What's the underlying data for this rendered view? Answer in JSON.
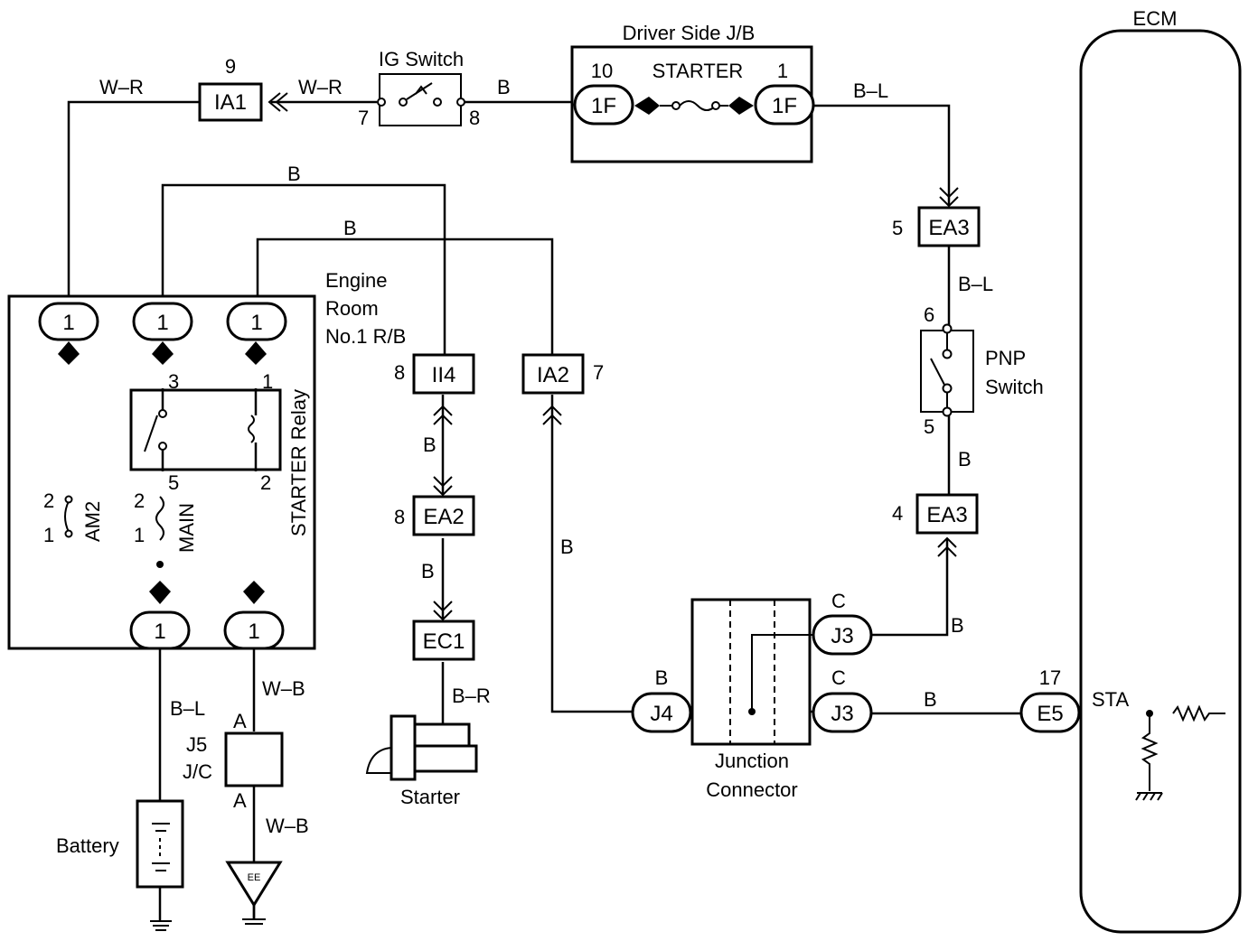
{
  "components": {
    "ig_switch": "IG Switch",
    "driver_jb": "Driver Side J/B",
    "starter_fuse": "STARTER",
    "ecm": "ECM",
    "engine_room_rb": [
      "Engine",
      "Room",
      "No.1 R/B"
    ],
    "starter_relay": "STARTER Relay",
    "am2_fuse": "AM2",
    "main_fuse": "MAIN",
    "pnp_switch": [
      "PNP",
      "Switch"
    ],
    "junction_connector": [
      "Junction",
      "Connector"
    ],
    "battery": "Battery",
    "starter": "Starter",
    "j5_jc": [
      "J5",
      "J/C"
    ],
    "ground_ee": "EE",
    "ecm_sta": "STA"
  },
  "connectors": {
    "ia1": "IA1",
    "ia1_pin": "9",
    "ig_pin_in": "7",
    "ig_pin_out": "8",
    "jb_left_label": "1F",
    "jb_left_pin": "10",
    "jb_right_label": "1F",
    "jb_right_pin": "1",
    "ea3_top": "EA3",
    "ea3_top_pin": "5",
    "ea3_bottom": "EA3",
    "ea3_bottom_pin": "4",
    "pnp_pin_top": "6",
    "pnp_pin_bottom": "5",
    "ii4": "II4",
    "ii4_pin": "8",
    "ia2": "IA2",
    "ia2_pin": "7",
    "ea2": "EA2",
    "ea2_pin": "8",
    "ec1": "EC1",
    "j4": "J4",
    "j4_pin": "B",
    "j3_top": "J3",
    "j3_top_pin": "C",
    "j3_bottom": "J3",
    "j3_bottom_pin": "C",
    "e5": "E5",
    "e5_pin": "17",
    "rb_pin": "1",
    "relay_pin_3": "3",
    "relay_pin_1": "1",
    "relay_pin_5": "5",
    "relay_pin_2": "2",
    "fuse_pin_2": "2",
    "fuse_pin_1": "1",
    "jc_pin_a": "A"
  },
  "wires": {
    "w_r": "W–R",
    "b": "B",
    "b_l": "B–L",
    "w_b": "W–B",
    "b_r": "B–R"
  }
}
